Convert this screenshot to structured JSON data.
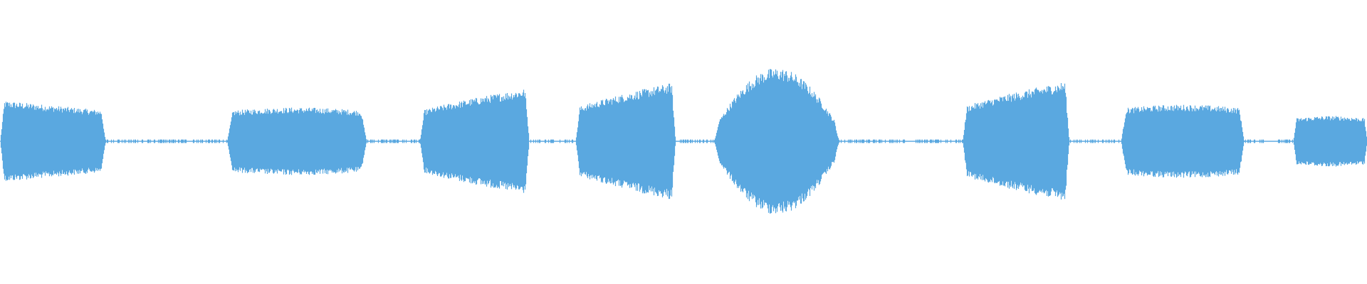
{
  "waveform": {
    "color": "#5aa8e0",
    "background": "#ffffff",
    "segments": [
      {
        "start": 0.0,
        "end": 0.077,
        "peak": 0.29,
        "shape": "flat-taper"
      },
      {
        "start": 0.166,
        "end": 0.268,
        "peak": 0.24,
        "shape": "flat"
      },
      {
        "start": 0.307,
        "end": 0.387,
        "peak": 0.38,
        "shape": "rise"
      },
      {
        "start": 0.421,
        "end": 0.494,
        "peak": 0.42,
        "shape": "rise"
      },
      {
        "start": 0.522,
        "end": 0.614,
        "peak": 0.52,
        "shape": "bell"
      },
      {
        "start": 0.704,
        "end": 0.782,
        "peak": 0.43,
        "shape": "rise"
      },
      {
        "start": 0.82,
        "end": 0.91,
        "peak": 0.26,
        "shape": "flat"
      },
      {
        "start": 0.946,
        "end": 1.0,
        "peak": 0.18,
        "shape": "flat"
      }
    ],
    "silence_level": 0.012
  }
}
